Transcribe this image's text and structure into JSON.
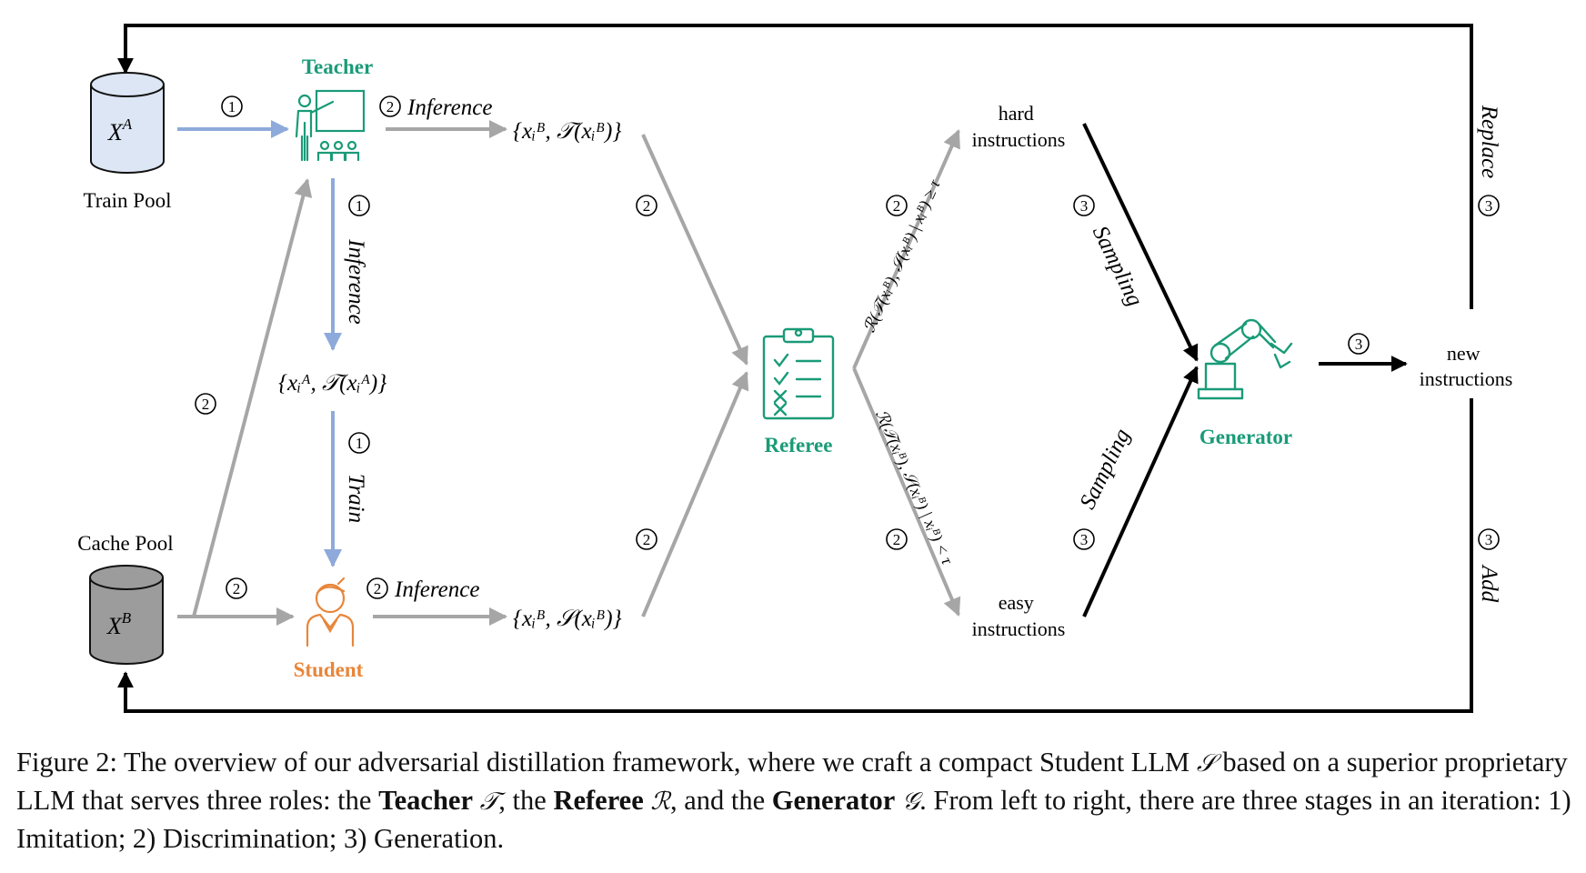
{
  "colors": {
    "teacher": "#1a9b78",
    "student": "#e8863a",
    "blue_arrow": "#8eaadb",
    "gray_arrow": "#a6a6a6",
    "black": "#000000",
    "train_pool_fill": "#dce6f4",
    "cache_pool_fill": "#9c9c9c"
  },
  "icons": [
    "teacher-icon",
    "student-icon",
    "referee-clipboard-icon",
    "generator-robot-arm-icon"
  ],
  "nodes": {
    "train_pool_symbol": "X",
    "train_pool_sup": "A",
    "train_pool_label": "Train Pool",
    "cache_pool_label": "Cache Pool",
    "cache_pool_symbol": "X",
    "cache_pool_sup": "B",
    "teacher": "Teacher",
    "student": "Student",
    "referee": "Referee",
    "generator": "Generator",
    "hard": [
      "hard",
      "instructions"
    ],
    "easy": [
      "easy",
      "instructions"
    ],
    "new": [
      "new",
      "instructions"
    ]
  },
  "labels": {
    "inference": "Inference",
    "train": "Train",
    "sampling": "Sampling",
    "replace": "Replace",
    "add": "Add",
    "step1": "1",
    "step2": "2",
    "step3": "3"
  },
  "formulas": {
    "teacher_out_b": "{xᵢᴮ, 𝒯(xᵢᴮ)}",
    "teacher_out_a": "{xᵢᴬ, 𝒯(xᵢᴬ)}",
    "student_out_b": "{xᵢᴮ, 𝒮(xᵢᴮ)}",
    "hard_condition": "ℛ(𝒯(xᵢᴮ), 𝒮(xᵢᴮ) | xᵢᴮ) ≥ τ",
    "easy_condition": "ℛ(𝒯(xᵢᴮ), 𝒮(xᵢᴮ) | xᵢᴮ) < τ"
  },
  "caption": {
    "p1": "Figure 2: The overview of our adversarial distillation framework, where we craft a compact Student LLM ",
    "sym_s": "𝒮",
    "p2": " based on a superior proprietary LLM that serves three roles: the ",
    "teacher": "Teacher",
    "sym_t": "𝒯",
    "p3": ", the ",
    "referee": "Referee",
    "sym_r": "ℛ",
    "p4": ", and the ",
    "generator": "Generator",
    "sym_g": "𝒢",
    "p5": ". From left to right, there are three stages in an iteration: 1) Imitation; 2) Discrimination; 3) Generation."
  }
}
